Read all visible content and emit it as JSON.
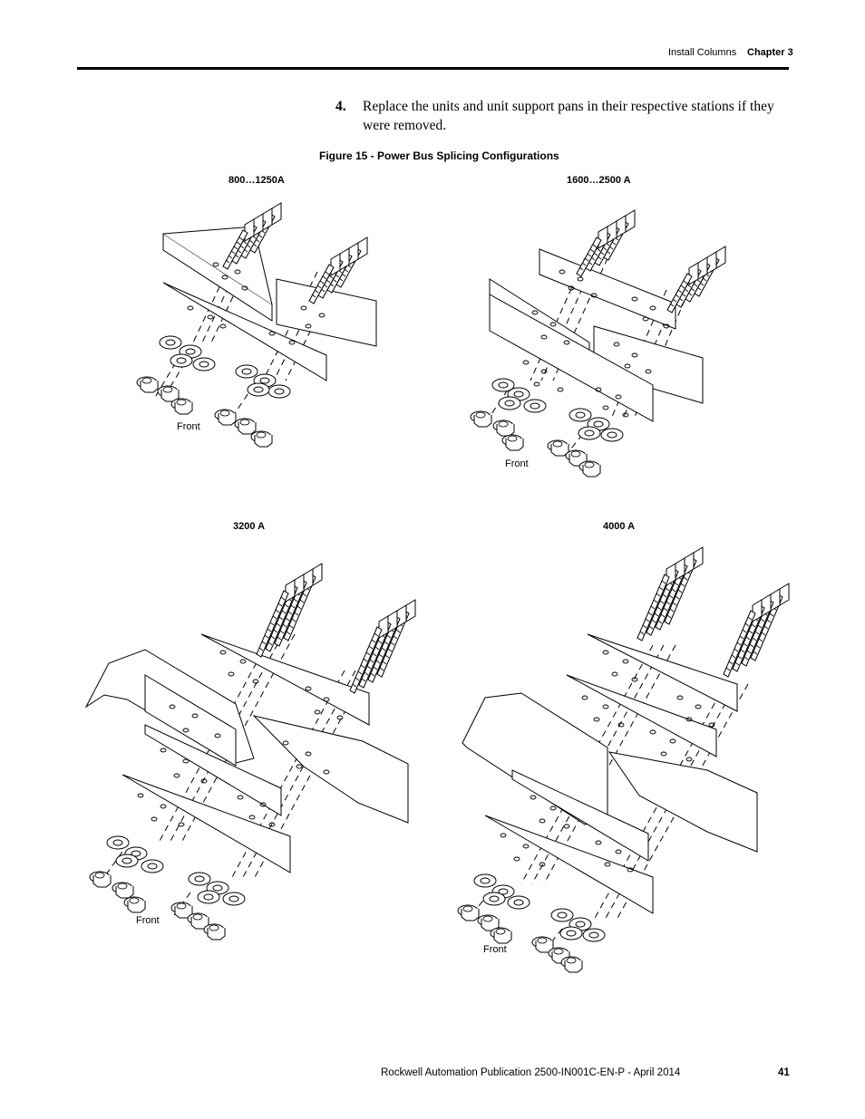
{
  "header": {
    "section": "Install Columns",
    "chapter": "Chapter 3"
  },
  "step": {
    "number": "4.",
    "text": "Replace the units and unit support pans in their respective stations if they were removed."
  },
  "figure": {
    "title": "Figure 15 - Power Bus Splicing Configurations",
    "panels": [
      {
        "label": "800…1250A",
        "front": "Front"
      },
      {
        "label": "1600…2500 A",
        "front": "Front"
      },
      {
        "label": "3200 A",
        "front": "Front"
      },
      {
        "label": "4000 A",
        "front": "Front"
      }
    ]
  },
  "footer": {
    "publication": "Rockwell Automation Publication 2500-IN001C-EN-P - April 2014",
    "page": "41"
  }
}
